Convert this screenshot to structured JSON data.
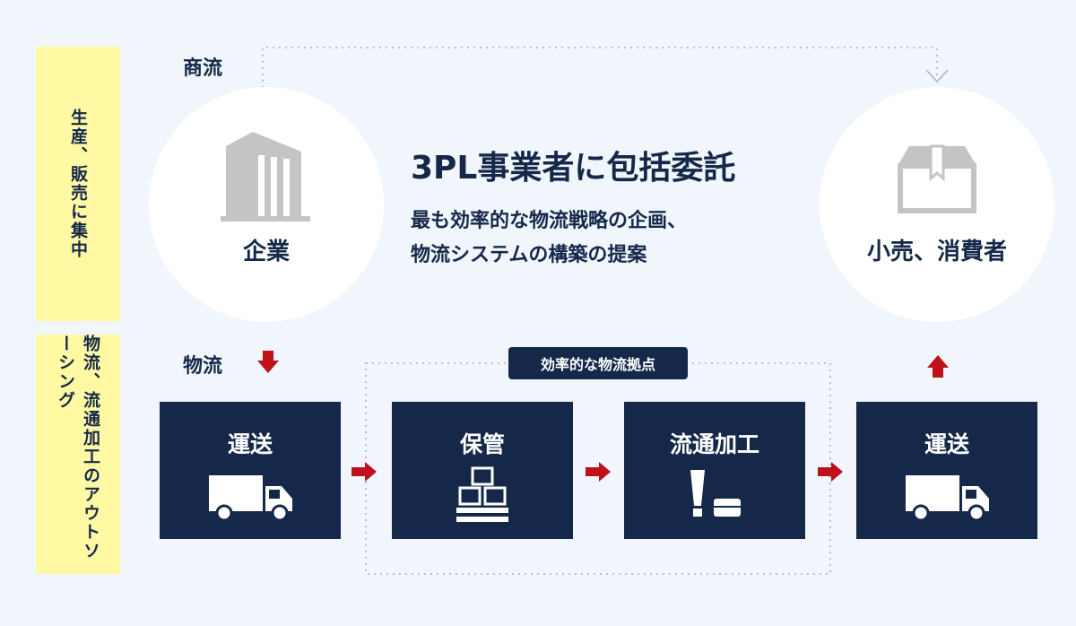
{
  "side_labels": {
    "top": "生産、販売に集中",
    "bottom": "物流、流通加工のアウトソーシング"
  },
  "commerce": {
    "title": "商流",
    "company": "企業",
    "retail": "小売、消費者"
  },
  "center": {
    "headline": "3PL事業者に包括委託",
    "line1": "最も効率的な物流戦略の企画、",
    "line2": "物流システムの構築の提案"
  },
  "logistics": {
    "title": "物流",
    "hub_label": "効率的な物流拠点",
    "steps": [
      {
        "label": "運送",
        "icon": "truck-icon"
      },
      {
        "label": "保管",
        "icon": "stacked-boxes-icon"
      },
      {
        "label": "流通加工",
        "icon": "tube-and-case-icon"
      },
      {
        "label": "運送",
        "icon": "truck-icon"
      }
    ]
  },
  "colors": {
    "background": "#f1f6fc",
    "navy": "#15284a",
    "accent_red": "#c0101a",
    "highlight_yellow": "#fff9a3",
    "icon_gray": "#c4c4c4"
  }
}
